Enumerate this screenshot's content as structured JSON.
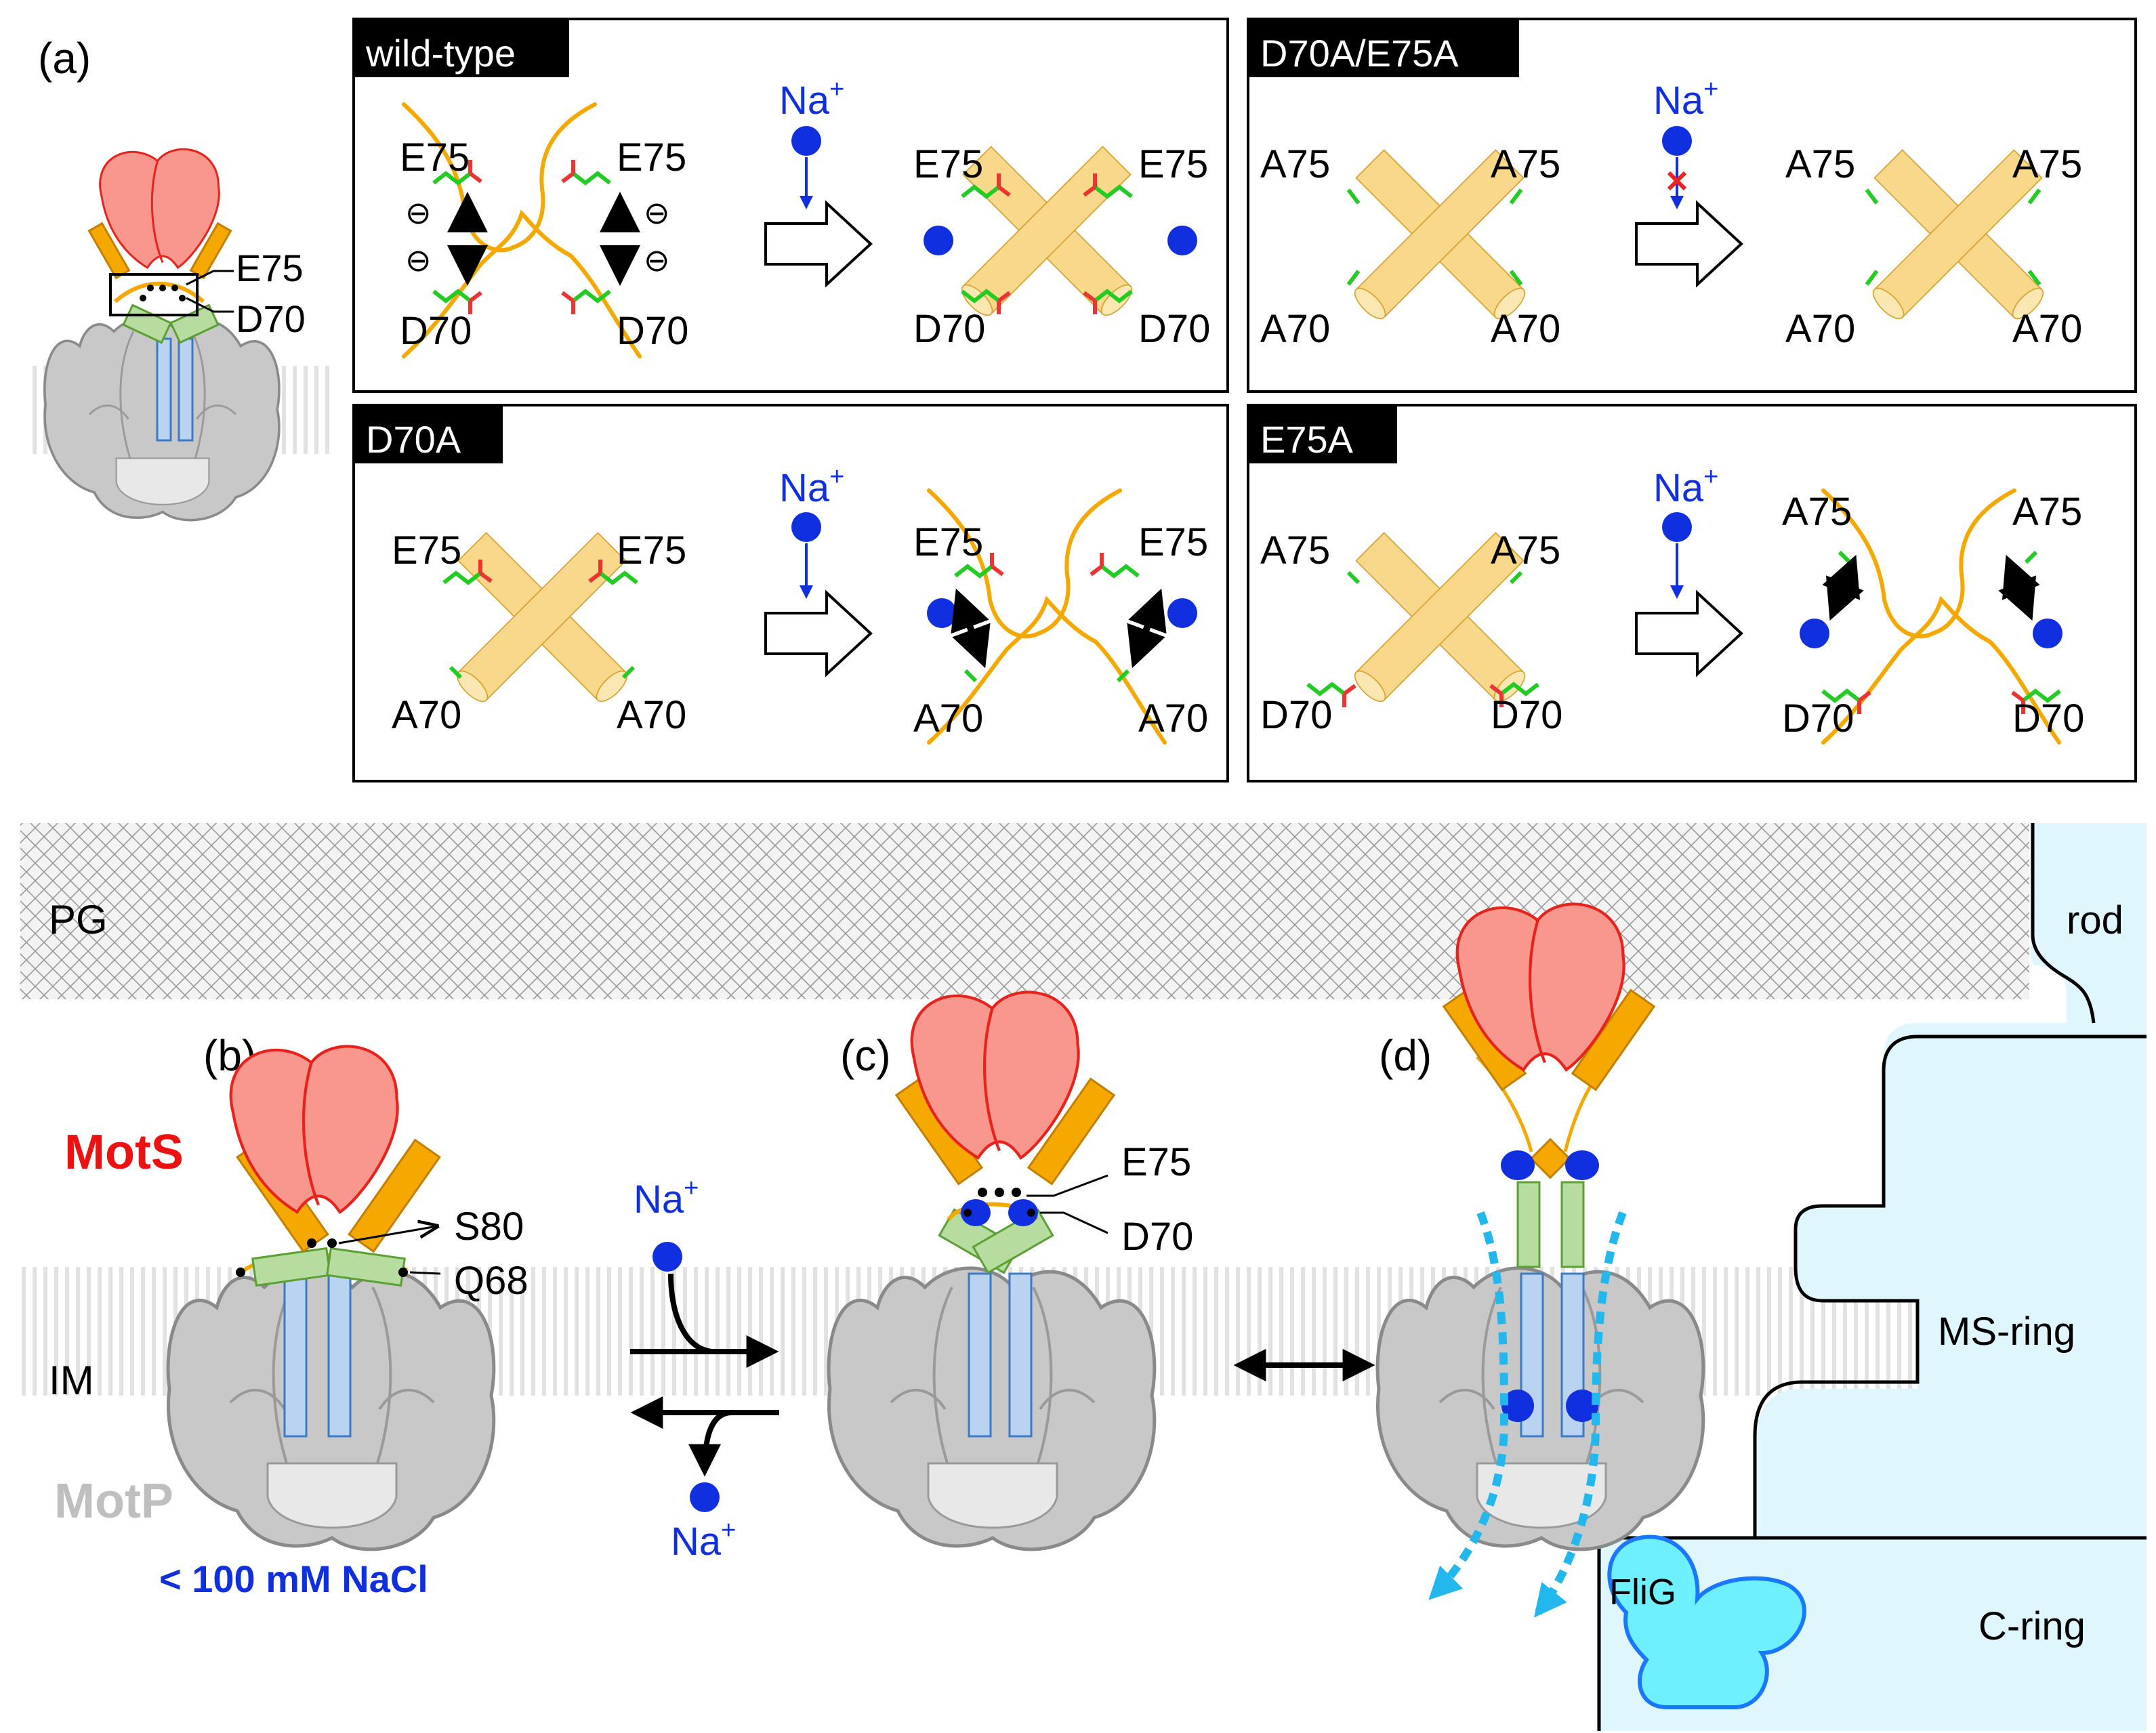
{
  "panel_labels": {
    "a": "(a)",
    "b": "(b)",
    "c": "(c)",
    "d": "(d)"
  },
  "inset": {
    "E75": "E75",
    "D70": "D70"
  },
  "wild_type": {
    "tag": "wild-type",
    "left": {
      "tl": "E75",
      "tr": "E75",
      "bl": "D70",
      "br": "D70"
    },
    "right": {
      "tl": "E75",
      "tr": "E75",
      "bl": "D70",
      "br": "D70"
    },
    "charge": "⊖"
  },
  "d70a_e75a": {
    "tag": "D70A/E75A",
    "left": {
      "tl": "A75",
      "tr": "A75",
      "bl": "A70",
      "br": "A70"
    },
    "right": {
      "tl": "A75",
      "tr": "A75",
      "bl": "A70",
      "br": "A70"
    }
  },
  "d70a": {
    "tag": "D70A",
    "left": {
      "tl": "E75",
      "tr": "E75",
      "bl": "A70",
      "br": "A70"
    },
    "right": {
      "tl": "E75",
      "tr": "E75",
      "bl": "A70",
      "br": "A70"
    }
  },
  "e75a": {
    "tag": "E75A",
    "left": {
      "tl": "A75",
      "tr": "A75",
      "bl": "D70",
      "br": "D70"
    },
    "right": {
      "tl": "A75",
      "tr": "A75",
      "bl": "D70",
      "br": "D70"
    }
  },
  "ion": {
    "base": "Na",
    "sup": "+"
  },
  "bottom": {
    "PG": "PG",
    "IM": "IM",
    "rod": "rod",
    "ms_ring": "MS-ring",
    "c_ring": "C-ring",
    "flig": "FliG",
    "mots": "MotS",
    "motp": "MotP",
    "nacl": "< 100 mM NaCl",
    "S80": "S80",
    "Q68": "Q68",
    "E75": "E75",
    "D70": "D70"
  },
  "colors": {
    "mots_head": "#f8978e",
    "mots_outline": "#e8231b",
    "helix": "#f8d88a",
    "helix_outline": "#d9a02e",
    "linker": "#f5a800",
    "green": "#b7dca0",
    "green_outline": "#5aa032",
    "sodium": "#1030e0",
    "motp": "#c4c4c4",
    "ring": "#dff6fd",
    "flig": "#6ef0ff",
    "flux": "#22b8ee"
  }
}
